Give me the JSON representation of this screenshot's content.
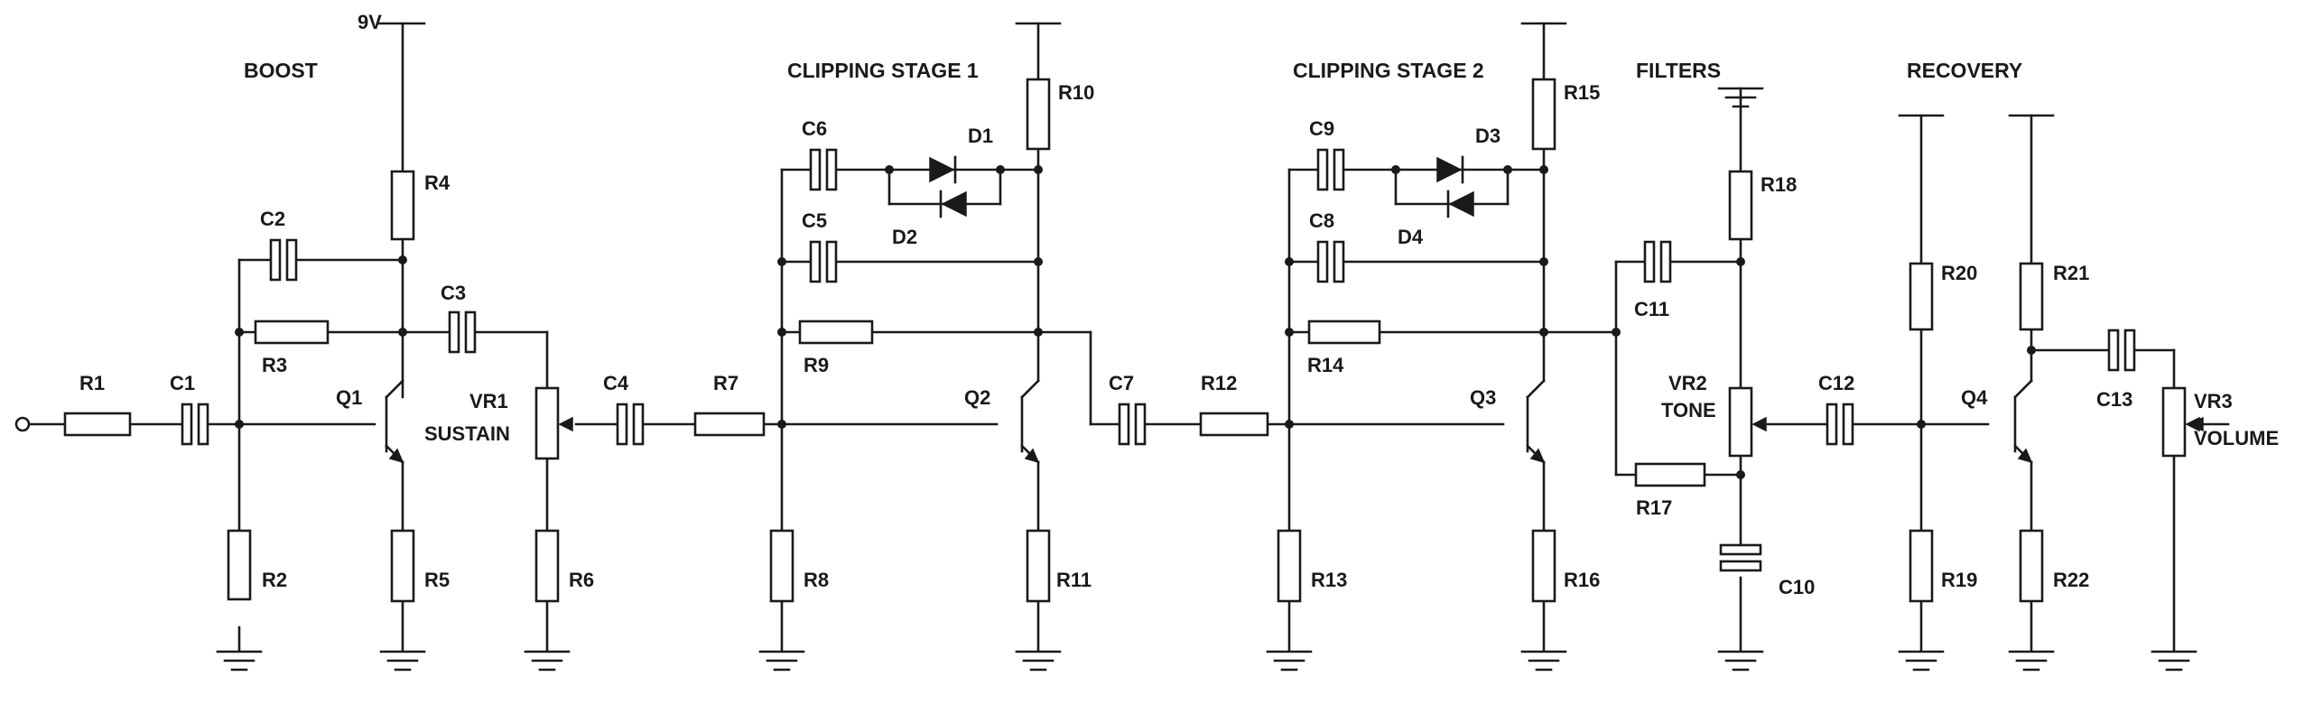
{
  "sections": {
    "boost": "BOOST",
    "clip1": "CLIPPING STAGE  1",
    "clip2": "CLIPPING STAGE  2",
    "filters": "FILTERS",
    "recovery": "RECOVERY"
  },
  "supply": "9V",
  "labels": {
    "R1": "R1",
    "R2": "R2",
    "R3": "R3",
    "R4": "R4",
    "R5": "R5",
    "R6": "R6",
    "R7": "R7",
    "R8": "R8",
    "R9": "R9",
    "R10": "R10",
    "R11": "R11",
    "R12": "R12",
    "R13": "R13",
    "R14": "R14",
    "R15": "R15",
    "R16": "R16",
    "R17": "R17",
    "R18": "R18",
    "R19": "R19",
    "R20": "R20",
    "R21": "R21",
    "R22": "R22",
    "C1": "C1",
    "C2": "C2",
    "C3": "C3",
    "C4": "C4",
    "C5": "C5",
    "C6": "C6",
    "C7": "C7",
    "C8": "C8",
    "C9": "C9",
    "C10": "C10",
    "C11": "C11",
    "C12": "C12",
    "C13": "C13",
    "D1": "D1",
    "D2": "D2",
    "D3": "D3",
    "D4": "D4",
    "Q1": "Q1",
    "Q2": "Q2",
    "Q3": "Q3",
    "Q4": "Q4",
    "VR1": "VR1",
    "VR2": "VR2",
    "VR3": "VR3",
    "sustain": "SUSTAIN",
    "tone": "TONE",
    "volume": "VOLUME"
  }
}
